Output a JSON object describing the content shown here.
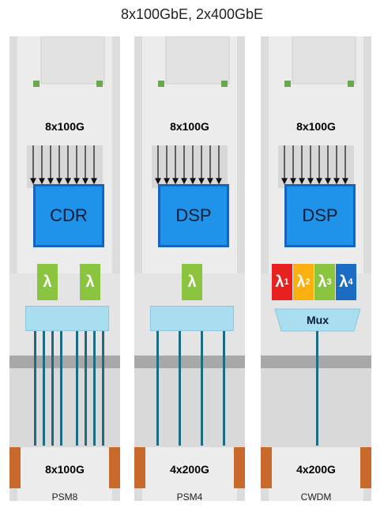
{
  "title": "8x100GbE, 2x400GbE",
  "modules": [
    {
      "top_rate": "8x100G",
      "chip": "CDR",
      "bottom_rate": "8x100G",
      "label": "PSM8",
      "lambdas": [
        "λ",
        "λ"
      ],
      "mux": ""
    },
    {
      "top_rate": "8x100G",
      "chip": "DSP",
      "bottom_rate": "4x200G",
      "label": "PSM4",
      "lambdas": [
        "λ"
      ],
      "mux": ""
    },
    {
      "top_rate": "8x100G",
      "chip": "DSP",
      "bottom_rate": "4x200G",
      "label": "CWDM",
      "lambdas": [
        {
          "sym": "λ",
          "sub": "1"
        },
        {
          "sym": "λ",
          "sub": "2"
        },
        {
          "sym": "λ",
          "sub": "3"
        },
        {
          "sym": "λ",
          "sub": "4"
        }
      ],
      "mux": "Mux"
    }
  ],
  "colors": {
    "chip": "#1f93ea",
    "chip_border": "#1565c0",
    "lambda_green": "#8bc53f",
    "lambda_1": "#e8201f",
    "lambda_2": "#fbb012",
    "lambda_3": "#8bc53f",
    "lambda_4": "#1a6dc2",
    "coupler": "#a9def0",
    "fiber": "#1b6c83",
    "connector": "#c86a2c"
  }
}
